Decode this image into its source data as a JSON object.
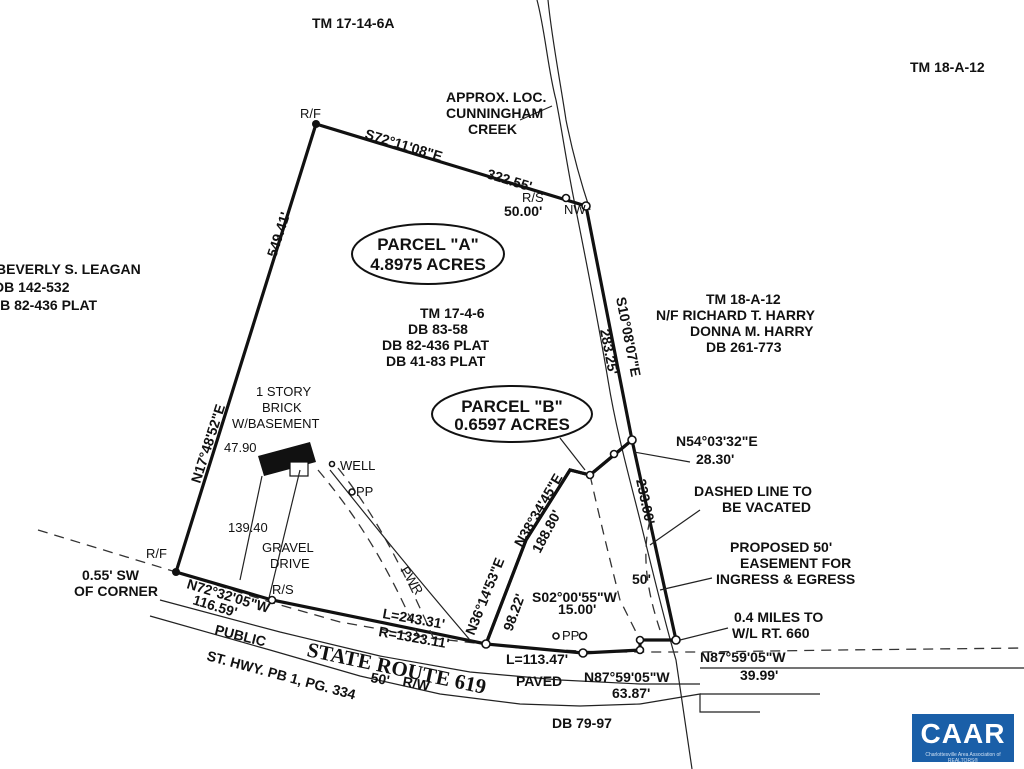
{
  "adjoiners": {
    "tm_north": "TM 17-14-6A",
    "tm_northeast": "TM 18-A-12",
    "west_owner": "BEVERLY S. LEAGAN",
    "west_db": "DB 142-532",
    "west_plat": "DB 82-436 PLAT",
    "east_tm": "TM 18-A-12",
    "east_owner1": "N/F RICHARD T. HARRY",
    "east_owner2": "DONNA M. HARRY",
    "east_db": "DB 261-773",
    "south_db": "DB 79-97"
  },
  "creek": {
    "line1": "APPROX. LOC.",
    "line2": "CUNNINGHAM",
    "line3": "CREEK"
  },
  "parcel_a": {
    "name": "PARCEL \"A\"",
    "area": "4.8975 ACRES",
    "tm": "TM 17-4-6",
    "db1": "DB 83-58",
    "db2": "DB 82-436 PLAT",
    "db3": "DB 41-83 PLAT"
  },
  "parcel_b": {
    "name": "PARCEL \"B\"",
    "area": "0.6597 ACRES"
  },
  "house": {
    "line1": "1 STORY",
    "line2": "BRICK",
    "line3": "W/BASEMENT",
    "dim": "47.90"
  },
  "features": {
    "well": "WELL",
    "pp1": "PP",
    "pp2": "PP",
    "pwr": "PWR",
    "gravel1": "GRAVEL",
    "gravel2": "DRIVE",
    "rs_drive": "R/S",
    "dim_13940": "139.40"
  },
  "corners": {
    "rf_top": "R/F",
    "rs_ne": "R/S",
    "nw": "NW",
    "rf_sw": "R/F",
    "sw_note1": "0.55' SW",
    "sw_note2": "OF CORNER"
  },
  "bearings": {
    "north": "S72°11'08\"E",
    "north_dist": "322.55'",
    "north_small": "50.00'",
    "west": "N17°48'52\"E",
    "west_dist": "549.41'",
    "east": "S10°08'07\"E",
    "east_dist": "283.25'",
    "se_bearing": "N54°03'32\"E",
    "se_dist": "28.30'",
    "east2_dist": "233.00'",
    "diag1": "N36°14'53\"E",
    "diag2": "N38°34'45\"E",
    "diag2_dist": "188.80'",
    "diag1_dist": "98.22'",
    "south1": "N72°32'05\"W",
    "south1_dist": "116.59'",
    "curve_l": "L=243.31'",
    "curve_r": "R=1323.11'",
    "curve_l2": "L=113.47'",
    "s02": "S02°00'55\"W",
    "s02_dist": "15.00'",
    "n87a": "N87°59'05\"W",
    "n87a_dist": "63.87'",
    "n87b": "N87°59'05\"W",
    "n87b_dist": "39.99'",
    "easement_width": "50'"
  },
  "notes": {
    "dashed1": "DASHED LINE TO",
    "dashed2": "BE VACATED",
    "easement1": "PROPOSED 50'",
    "easement2": "EASEMENT FOR",
    "easement3": "INGRESS & EGRESS",
    "miles1": "0.4 MILES TO",
    "miles2": "W/L RT. 660"
  },
  "road": {
    "public": "PUBLIC",
    "name": "STATE ROUTE 619",
    "paved": "PAVED",
    "rw": "R/W",
    "rw_width": "50'",
    "hwy": "ST. HWY. PB 1, PG. 334"
  },
  "logo": {
    "text": "CAAR",
    "sub": "Charlottesville Area Association of REALTORS®"
  }
}
